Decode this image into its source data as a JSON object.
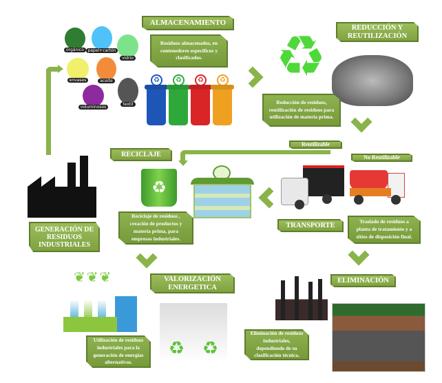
{
  "stages": {
    "almacenamiento": {
      "title": "ALMACENAMIENTO",
      "desc": "Residuos almacenados, en contenedores específicos y clasificados."
    },
    "reduccion": {
      "title": "REDUCCIÓN Y REUTILIZACIÓN",
      "desc": "Reducción de residuos, reutilización de residuos para utilización de materia prima."
    },
    "reciclaje": {
      "title": "RECICLAJE",
      "desc": "Reciclaje de residuos , creación de productos y materia prima, para empresas industriales."
    },
    "transporte": {
      "title": "TRANSPORTE",
      "desc": "Traslado de residuos a planta de tratamiento y a sitios de disposición final."
    },
    "generacion": {
      "title": "GENERACIÓN DE RESIDUOS INDUSTRIALES"
    },
    "valorizacion": {
      "title": "VALORIZACIÓN ENERGETICA",
      "desc": "Utilización de residuos industriales para la generación de energías alternativas."
    },
    "eliminacion": {
      "title": "ELIMINACIÓN",
      "desc": "Eliminación de residuos industriales, dependiendo de su clasificación técnica."
    }
  },
  "branches": {
    "reutilizable": "Reutilizable",
    "no_reutilizable": "No Reutilizable"
  },
  "containers": [
    {
      "label": "orgánico",
      "color": "#2e7d32"
    },
    {
      "label": "papel+cartón",
      "color": "#4fc3f7"
    },
    {
      "label": "vidrio",
      "color": "#7de38a"
    },
    {
      "label": "envases",
      "color": "#f1f06a"
    },
    {
      "label": "aceite",
      "color": "#f28c3a"
    },
    {
      "label": "voluminosos",
      "color": "#8e2aa0"
    },
    {
      "label": "textil",
      "color": "#555555"
    }
  ],
  "bins": [
    {
      "color": "#1e56b8"
    },
    {
      "color": "#2ea83a"
    },
    {
      "color": "#d92525"
    },
    {
      "color": "#f0a020"
    }
  ],
  "colors": {
    "accent": "#8ab34a",
    "label_border": "#5e7d2c"
  }
}
